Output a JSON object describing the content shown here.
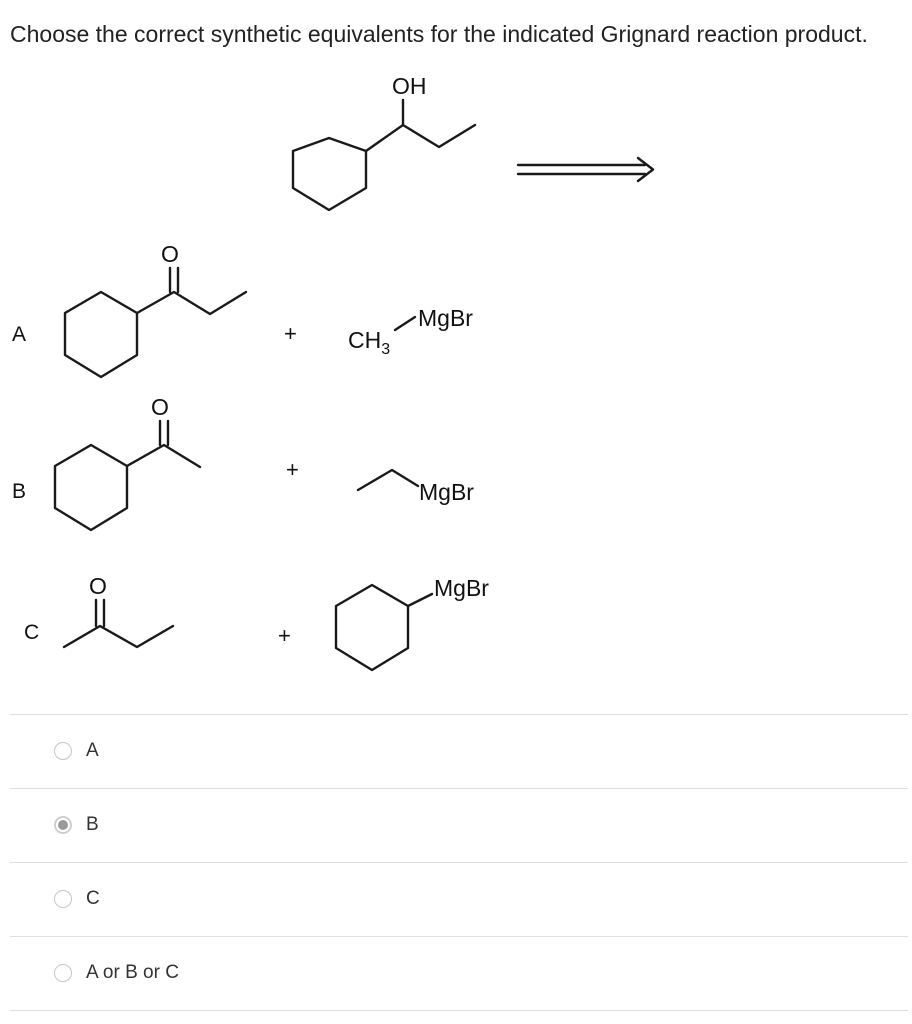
{
  "question": {
    "text": "Choose the correct synthetic equivalents for the indicated Grignard reaction product."
  },
  "scheme": {
    "product_label": "OH",
    "plus": "+",
    "rows": [
      {
        "letter": "A",
        "carbonyl_o": "O",
        "reagent_prefix": "CH",
        "reagent_subscript": "3",
        "reagent": "MgBr"
      },
      {
        "letter": "B",
        "carbonyl_o": "O",
        "reagent": "MgBr"
      },
      {
        "letter": "C",
        "carbonyl_o": "O",
        "reagent": "MgBr"
      }
    ]
  },
  "options": {
    "selected_index": 1,
    "items": [
      {
        "label": "A"
      },
      {
        "label": "B"
      },
      {
        "label": "C"
      },
      {
        "label": "A or B or C"
      }
    ]
  }
}
